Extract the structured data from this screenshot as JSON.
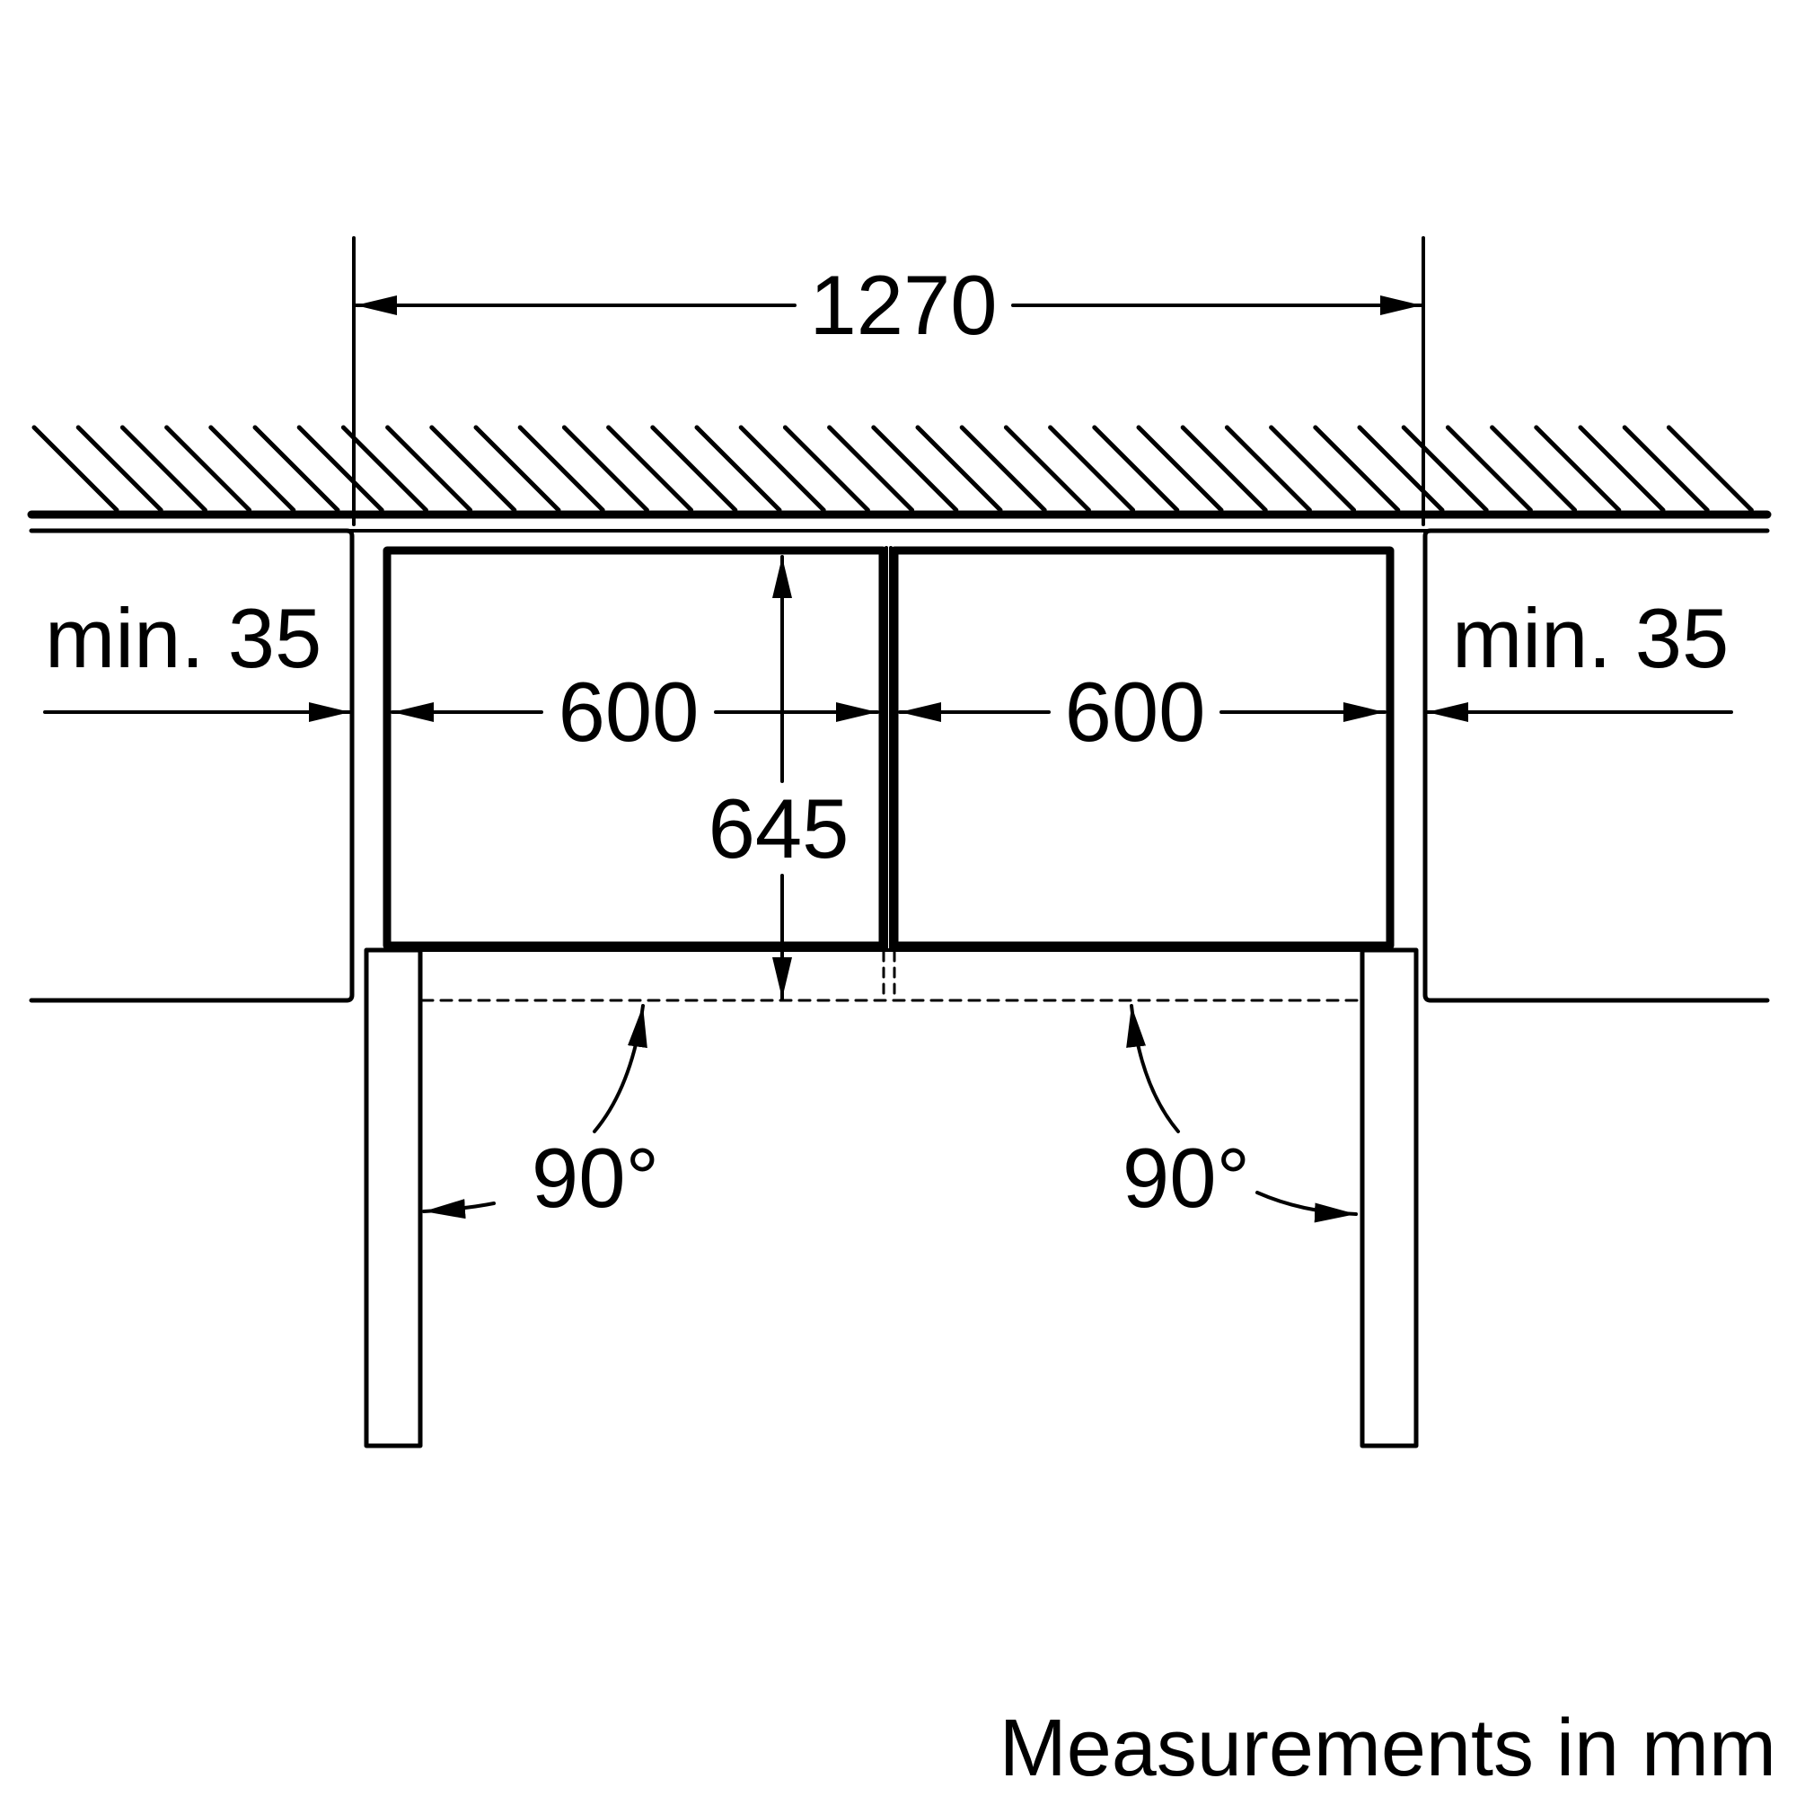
{
  "colors": {
    "ink": "#000000",
    "background": "#ffffff"
  },
  "labels": {
    "total_width": "1270",
    "left_min_gap": "min. 35",
    "right_min_gap": "min. 35",
    "left_unit_width": "600",
    "right_unit_width": "600",
    "depth": "645",
    "left_door_angle": "90°",
    "right_door_angle": "90°",
    "units_note": "Measurements in mm"
  }
}
